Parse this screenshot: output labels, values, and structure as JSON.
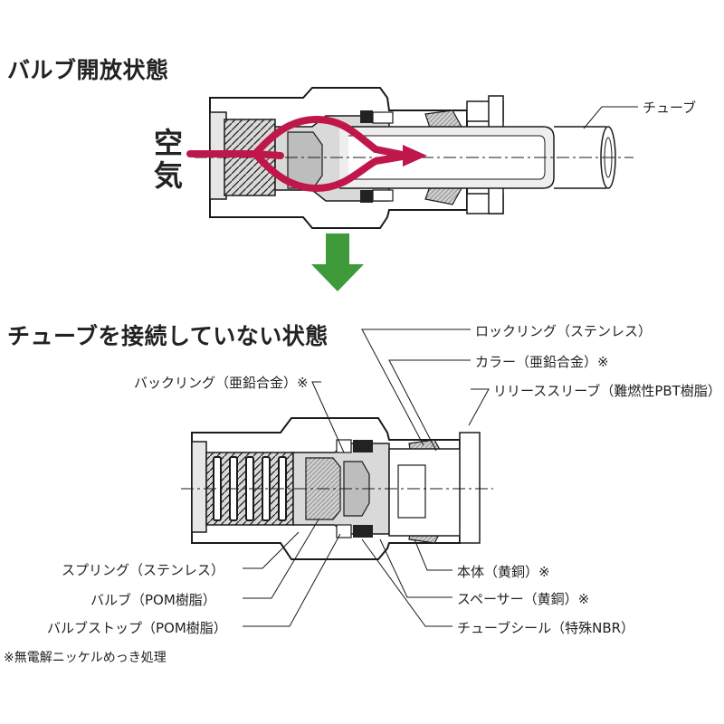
{
  "headings": {
    "valve_open": "バルブ開放状態",
    "not_connected": "チューブを接続していない状態"
  },
  "top_diagram": {
    "air_line1": "空",
    "air_line2": "気",
    "tube_label": "チューブ"
  },
  "labels": {
    "lock_ring": "ロックリング（ステンレス）",
    "collar": "カラー（亜鉛合金）※",
    "back_ring": "バックリング（亜鉛合金）※",
    "release_sleeve": "リリーススリーブ（難燃性PBT樹脂）",
    "spring": "スプリング（ステンレス）",
    "valve": "バルブ（POM樹脂）",
    "valve_stop": "バルブストップ（POM樹脂）",
    "body": "本体（黄銅）※",
    "spacer": "スペーサー（黄銅）※",
    "tube_seal": "チューブシール（特殊NBR）"
  },
  "footnote": "※無電解ニッケルめっき処理",
  "colors": {
    "airflow": "#c0174a",
    "arrow": "#3f9a3a",
    "line": "#1a1a1a",
    "rubber": "#222222",
    "light_gray": "#d9d9d9",
    "mid_gray": "#bdbdbd"
  }
}
